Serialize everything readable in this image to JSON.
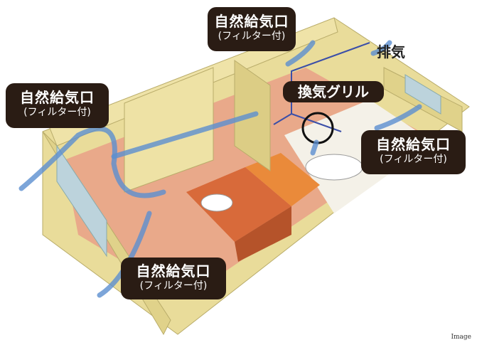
{
  "labels": {
    "top": {
      "main": "自然給気口",
      "sub": "(フィルター付)"
    },
    "left": {
      "main": "自然給気口",
      "sub": "(フィルター付)"
    },
    "right": {
      "main": "自然給気口",
      "sub": "(フィルター付)"
    },
    "bottom": {
      "main": "自然給気口",
      "sub": "(フィルター付)"
    }
  },
  "grille_label": "換気グリル",
  "exhaust_label": "排気",
  "credit": "Image",
  "colors": {
    "wall": "#e9dc9a",
    "floor": "#e9a98a",
    "label_bg": "#2a1c14",
    "airflow": "#5b8fd0",
    "duct": "#3b4fa8"
  }
}
